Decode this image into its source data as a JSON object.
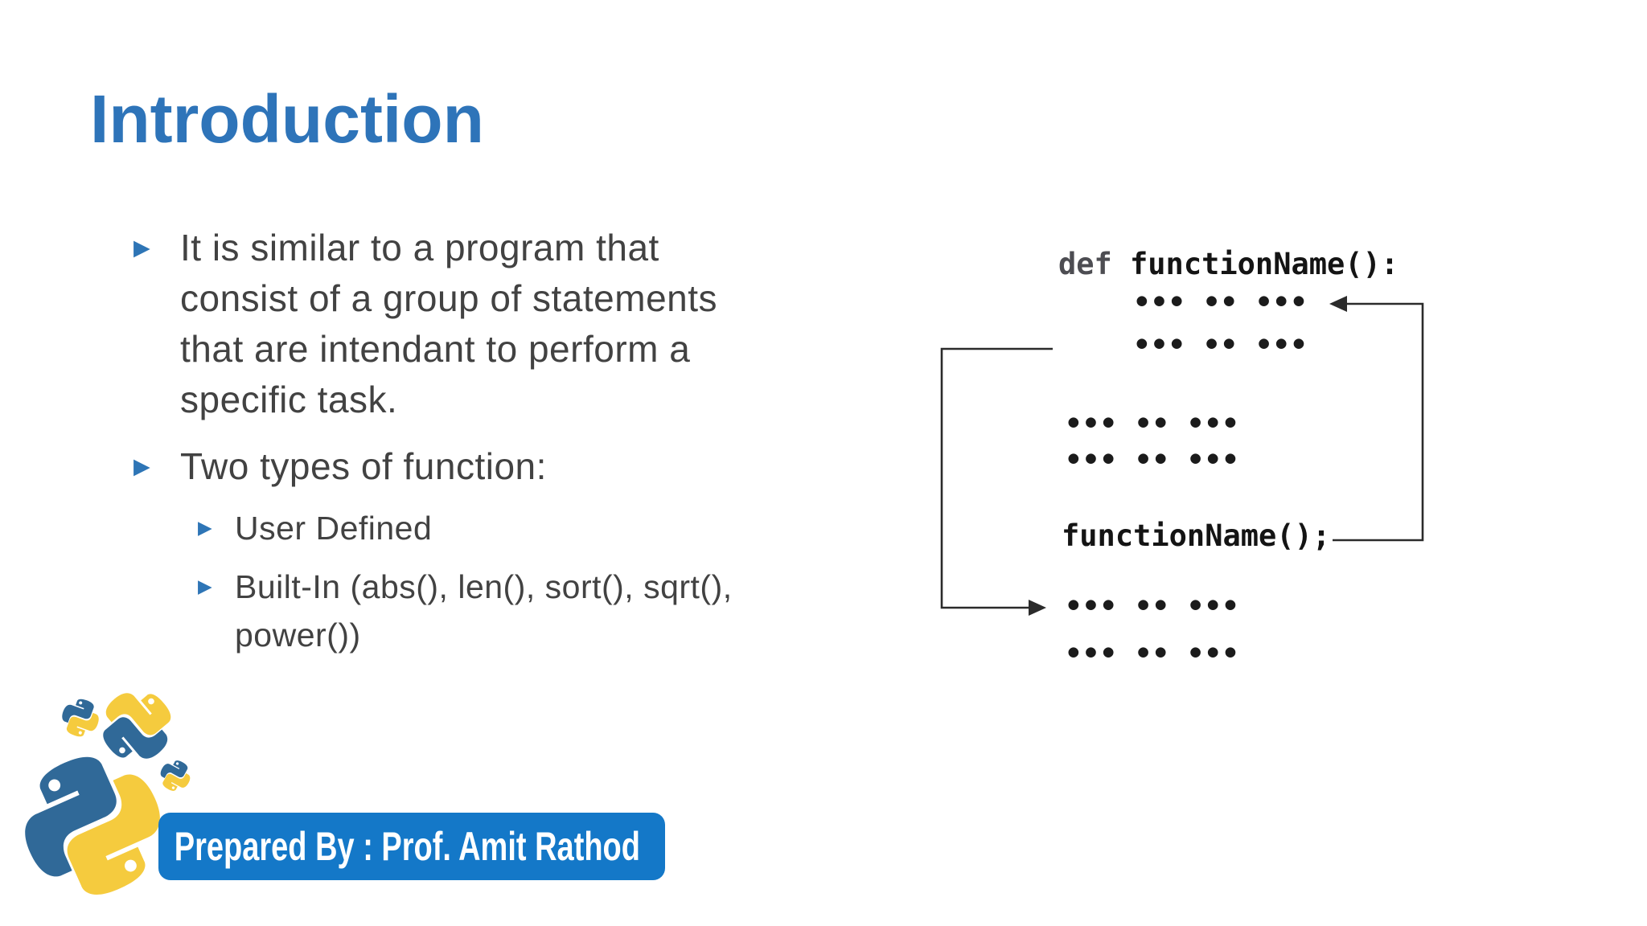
{
  "slide": {
    "title": "Introduction",
    "bullets": [
      {
        "level": 1,
        "text": "It is similar to a program that\nconsist of a group of statements\nthat are intendant to perform a\nspecific task."
      },
      {
        "level": 1,
        "text": "Two types of function:"
      },
      {
        "level": 2,
        "text": "User Defined"
      },
      {
        "level": 2,
        "text": "Built-In (abs(), len(), sort(), sqrt(),\npower())"
      }
    ],
    "footer": {
      "badge_text": "Prepared By : Prof. Amit Rathod"
    }
  },
  "diagram": {
    "def_keyword": "def",
    "def_signature": "functionName():",
    "call_statement": "functionName();",
    "dots_row": "••• •• •••"
  },
  "icons": {
    "bullet_triangle": "▶",
    "python_logo": "python-logo"
  },
  "colors": {
    "title_blue": "#2E74B9",
    "bullet_triangle_blue": "#2E75B6",
    "body_text_gray": "#424242",
    "badge_blue": "#1478C8",
    "python_blue": "#306998",
    "python_yellow": "#F5CB3E",
    "code_black": "#141414",
    "code_keyword_gray": "#4d4d52",
    "diagram_line": "#2b2b2b"
  }
}
